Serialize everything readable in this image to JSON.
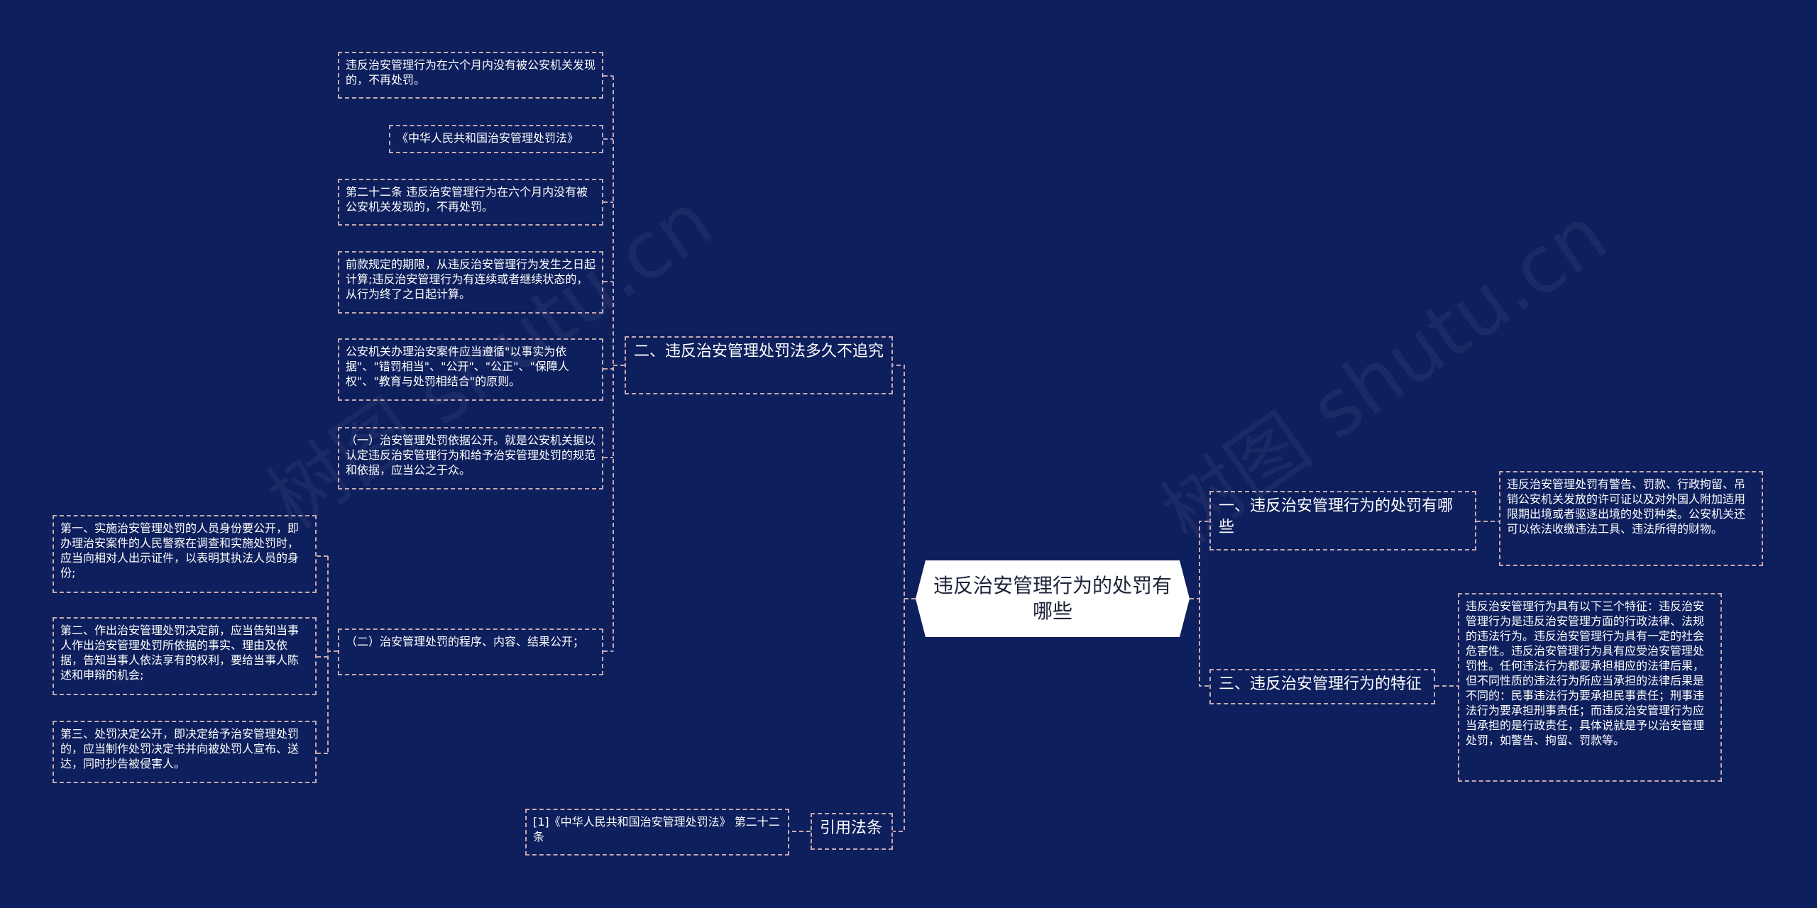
{
  "watermark": "树图 shutu.cn",
  "root": "违反治安管理行为的处罚有哪些",
  "branches": {
    "b1": "一、违反治安管理行为的处罚有哪些",
    "b2": "二、违反治安管理处罚法多久不追究",
    "b3": "三、违反治安管理行为的特征",
    "b4": "引用法条"
  },
  "b1_leaf": "违反治安管理处罚有警告、罚款、行政拘留、吊销公安机关发放的许可证以及对外国人附加适用限期出境或者驱逐出境的处罚种类。公安机关还可以依法收缴违法工具、违法所得的财物。",
  "b3_leaf": "违反治安管理行为具有以下三个特征：违反治安管理行为是违反治安管理方面的行政法律、法规的违法行为。违反治安管理行为具有一定的社会危害性。违反治安管理行为具有应受治安管理处罚性。任何违法行为都要承担相应的法律后果，但不同性质的违法行为所应当承担的法律后果是不同的：民事违法行为要承担民事责任；刑事违法行为要承担刑事责任；而违反治安管理行为应当承担的是行政责任，具体说就是予以治安管理处罚，如警告、拘留、罚款等。",
  "b2_leaves": [
    "违反治安管理行为在六个月内没有被公安机关发现的，不再处罚。",
    "《中华人民共和国治安管理处罚法》",
    "第二十二条 违反治安管理行为在六个月内没有被公安机关发现的，不再处罚。",
    "前款规定的期限，从违反治安管理行为发生之日起计算;违反治安管理行为有连续或者继续状态的，从行为终了之日起计算。",
    "公安机关办理治安案件应当遵循\"以事实为依据\"、\"错罚相当\"、\"公开\"、\"公正\"、\"保障人权\"、\"教育与处罚相结合\"的原则。",
    "（一）治安管理处罚依据公开。就是公安机关据以认定违反治安管理行为和给予治安管理处罚的规范和依据，应当公之于众。",
    "（二）治安管理处罚的程序、内容、结果公开；"
  ],
  "sub_leaves": [
    "第一、实施治安管理处罚的人员身份要公开，即办理治安案件的人民警察在调查和实施处罚时，应当向相对人出示证件，以表明其执法人员的身份;",
    "第二、作出治安管理处罚决定前，应当告知当事人作出治安管理处罚所依据的事实、理由及依据，告知当事人依法享有的权利，要给当事人陈述和申辩的机会;",
    "第三、处罚决定公开，即决定给予治安管理处罚的，应当制作处罚决定书并向被处罚人宣布、送达，同时抄告被侵害人。"
  ],
  "b4_leaf": "[1]《中华人民共和国治安管理处罚法》 第二十二条",
  "colors": {
    "background": "#0d1f5c",
    "border": "#c9a8b0",
    "root_fill": "#ffffff"
  }
}
